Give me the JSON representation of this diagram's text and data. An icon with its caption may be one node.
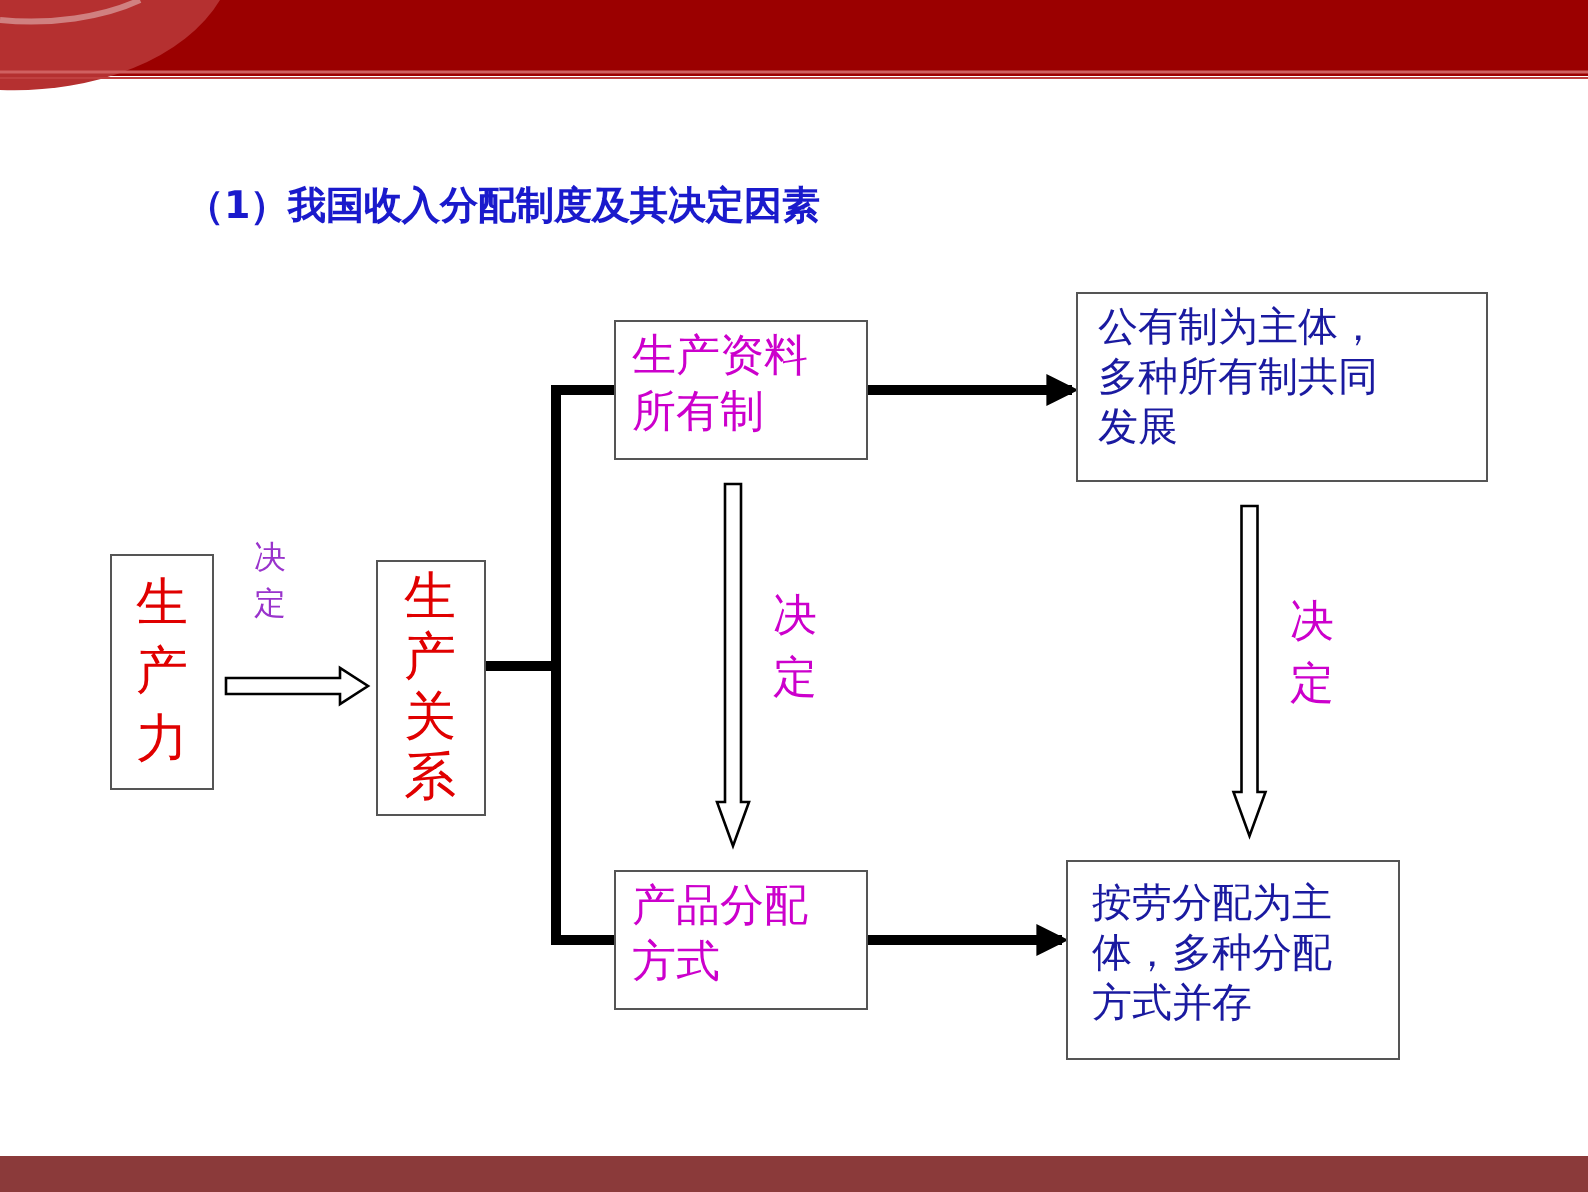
{
  "diagram": {
    "title": "（1）我国收入分配制度及其决定因素",
    "nodes": [
      {
        "text": [
          "生产力"
        ]
      },
      {
        "text": [
          "生产关系"
        ]
      },
      {
        "text": [
          "生产资料所有制"
        ]
      },
      {
        "text": [
          "公有制为主体，多种所有制共同发展"
        ]
      },
      {
        "text": [
          "产品分配方式"
        ]
      },
      {
        "text": [
          "按劳分配为主体，多种分配方式并存"
        ]
      }
    ],
    "edges": [
      {
        "from": 0,
        "to": 1,
        "arrow": "to",
        "label": "决定"
      },
      {
        "from": 1,
        "to": 2,
        "arrow": "none"
      },
      {
        "from": 1,
        "to": 4,
        "arrow": "none"
      },
      {
        "from": 2,
        "to": 3,
        "arrow": "to"
      },
      {
        "from": 4,
        "to": 5,
        "arrow": "to"
      },
      {
        "from": 2,
        "to": 4,
        "arrow": "to",
        "label": "决定"
      },
      {
        "from": 3,
        "to": 5,
        "arrow": "to",
        "label": "决定"
      }
    ]
  }
}
